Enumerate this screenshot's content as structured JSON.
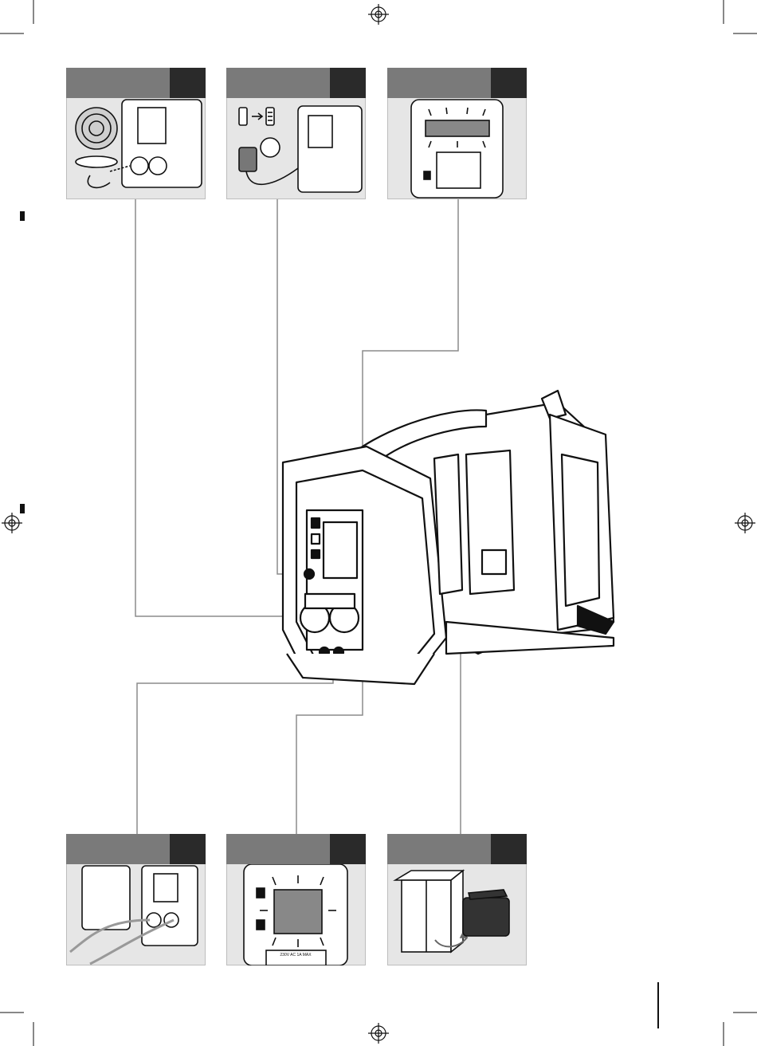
{
  "page": {
    "panels": [
      {
        "id": "top-1",
        "content": "socket-outlets-with-fan-plug"
      },
      {
        "id": "top-2",
        "content": "charging-with-adapter"
      },
      {
        "id": "top-3",
        "content": "display-blinking"
      },
      {
        "id": "bottom-1",
        "content": "daisy-chain-cables"
      },
      {
        "id": "bottom-2",
        "content": "display-panel-closeup"
      },
      {
        "id": "bottom-3",
        "content": "storage-in-cabinet"
      }
    ],
    "labels": {
      "socket_rating": "230V AC\n1A MAX"
    }
  },
  "colors": {
    "panel_bg": "#e6e6e6",
    "header_gray": "#7a7a7a",
    "header_dark": "#2a2a2a",
    "line": "#8c8c8c",
    "ink": "#111111"
  }
}
